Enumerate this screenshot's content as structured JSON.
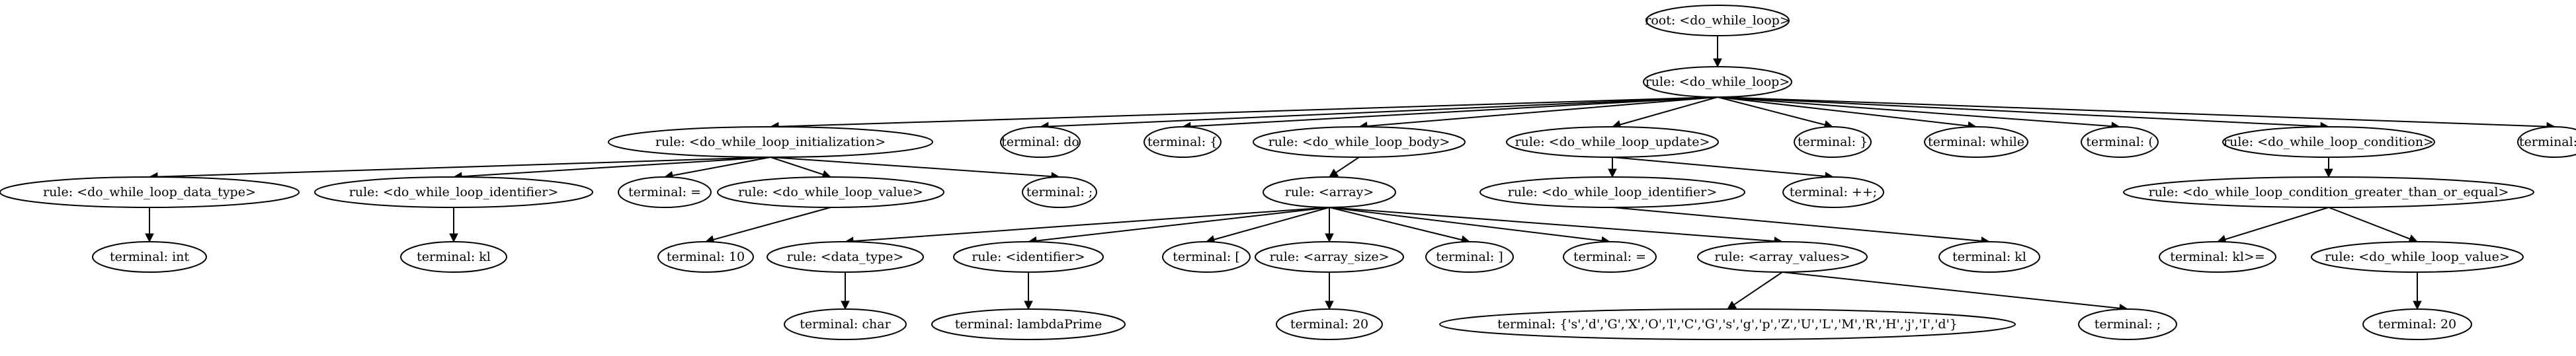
{
  "diagram": {
    "type": "parse-tree",
    "nodes": [
      {
        "id": "n0",
        "label": "root: <do_while_loop>"
      },
      {
        "id": "n1",
        "label": "rule: <do_while_loop>"
      },
      {
        "id": "n2",
        "label": "rule: <do_while_loop_initialization>"
      },
      {
        "id": "n3",
        "label": "terminal: do"
      },
      {
        "id": "n4",
        "label": "terminal: {"
      },
      {
        "id": "n5",
        "label": "rule: <do_while_loop_body>"
      },
      {
        "id": "n6",
        "label": "rule: <do_while_loop_update>"
      },
      {
        "id": "n7",
        "label": "terminal: }"
      },
      {
        "id": "n8",
        "label": "terminal: while"
      },
      {
        "id": "n9",
        "label": "terminal: ("
      },
      {
        "id": "n10",
        "label": "rule: <do_while_loop_condition>"
      },
      {
        "id": "n11",
        "label": "terminal: );"
      },
      {
        "id": "n12",
        "label": "rule: <do_while_loop_data_type>"
      },
      {
        "id": "n13",
        "label": "rule: <do_while_loop_identifier>"
      },
      {
        "id": "n14",
        "label": "terminal: ="
      },
      {
        "id": "n15",
        "label": "rule: <do_while_loop_value>"
      },
      {
        "id": "n16",
        "label": "terminal: ;"
      },
      {
        "id": "n17",
        "label": "rule: <array>"
      },
      {
        "id": "n18",
        "label": "rule: <do_while_loop_identifier>"
      },
      {
        "id": "n19",
        "label": "terminal: ++;"
      },
      {
        "id": "n20",
        "label": "rule: <do_while_loop_condition_greater_than_or_equal>"
      },
      {
        "id": "n21",
        "label": "terminal: int"
      },
      {
        "id": "n22",
        "label": "terminal: kl"
      },
      {
        "id": "n23",
        "label": "terminal: 10"
      },
      {
        "id": "n24",
        "label": "rule: <data_type>"
      },
      {
        "id": "n25",
        "label": "rule: <identifier>"
      },
      {
        "id": "n26",
        "label": "terminal: ["
      },
      {
        "id": "n27",
        "label": "rule: <array_size>"
      },
      {
        "id": "n28",
        "label": "terminal: ]"
      },
      {
        "id": "n29",
        "label": "terminal: ="
      },
      {
        "id": "n30",
        "label": "rule: <array_values>"
      },
      {
        "id": "n31",
        "label": "terminal: kl"
      },
      {
        "id": "n32",
        "label": "terminal: kl>="
      },
      {
        "id": "n33",
        "label": "rule: <do_while_loop_value>"
      },
      {
        "id": "n34",
        "label": "terminal: char"
      },
      {
        "id": "n35",
        "label": "terminal: lambdaPrime"
      },
      {
        "id": "n36",
        "label": "terminal: 20"
      },
      {
        "id": "n37",
        "label": "terminal: {'s','d','G','X','O','l','C','G','s','g','p','Z','U','L','M','R','H','j','I','d'}"
      },
      {
        "id": "n38",
        "label": "terminal: ;"
      },
      {
        "id": "n39",
        "label": "terminal: 20"
      }
    ],
    "edges": [
      [
        "n0",
        "n1"
      ],
      [
        "n1",
        "n2"
      ],
      [
        "n1",
        "n3"
      ],
      [
        "n1",
        "n4"
      ],
      [
        "n1",
        "n5"
      ],
      [
        "n1",
        "n6"
      ],
      [
        "n1",
        "n7"
      ],
      [
        "n1",
        "n8"
      ],
      [
        "n1",
        "n9"
      ],
      [
        "n1",
        "n10"
      ],
      [
        "n1",
        "n11"
      ],
      [
        "n2",
        "n12"
      ],
      [
        "n2",
        "n13"
      ],
      [
        "n2",
        "n14"
      ],
      [
        "n2",
        "n15"
      ],
      [
        "n2",
        "n16"
      ],
      [
        "n5",
        "n17"
      ],
      [
        "n6",
        "n18"
      ],
      [
        "n6",
        "n19"
      ],
      [
        "n10",
        "n20"
      ],
      [
        "n12",
        "n21"
      ],
      [
        "n13",
        "n22"
      ],
      [
        "n15",
        "n23"
      ],
      [
        "n17",
        "n24"
      ],
      [
        "n17",
        "n25"
      ],
      [
        "n17",
        "n26"
      ],
      [
        "n17",
        "n27"
      ],
      [
        "n17",
        "n28"
      ],
      [
        "n17",
        "n29"
      ],
      [
        "n17",
        "n30"
      ],
      [
        "n18",
        "n31"
      ],
      [
        "n20",
        "n32"
      ],
      [
        "n20",
        "n33"
      ],
      [
        "n24",
        "n34"
      ],
      [
        "n25",
        "n35"
      ],
      [
        "n27",
        "n36"
      ],
      [
        "n30",
        "n37"
      ],
      [
        "n30",
        "n38"
      ],
      [
        "n33",
        "n39"
      ]
    ]
  }
}
